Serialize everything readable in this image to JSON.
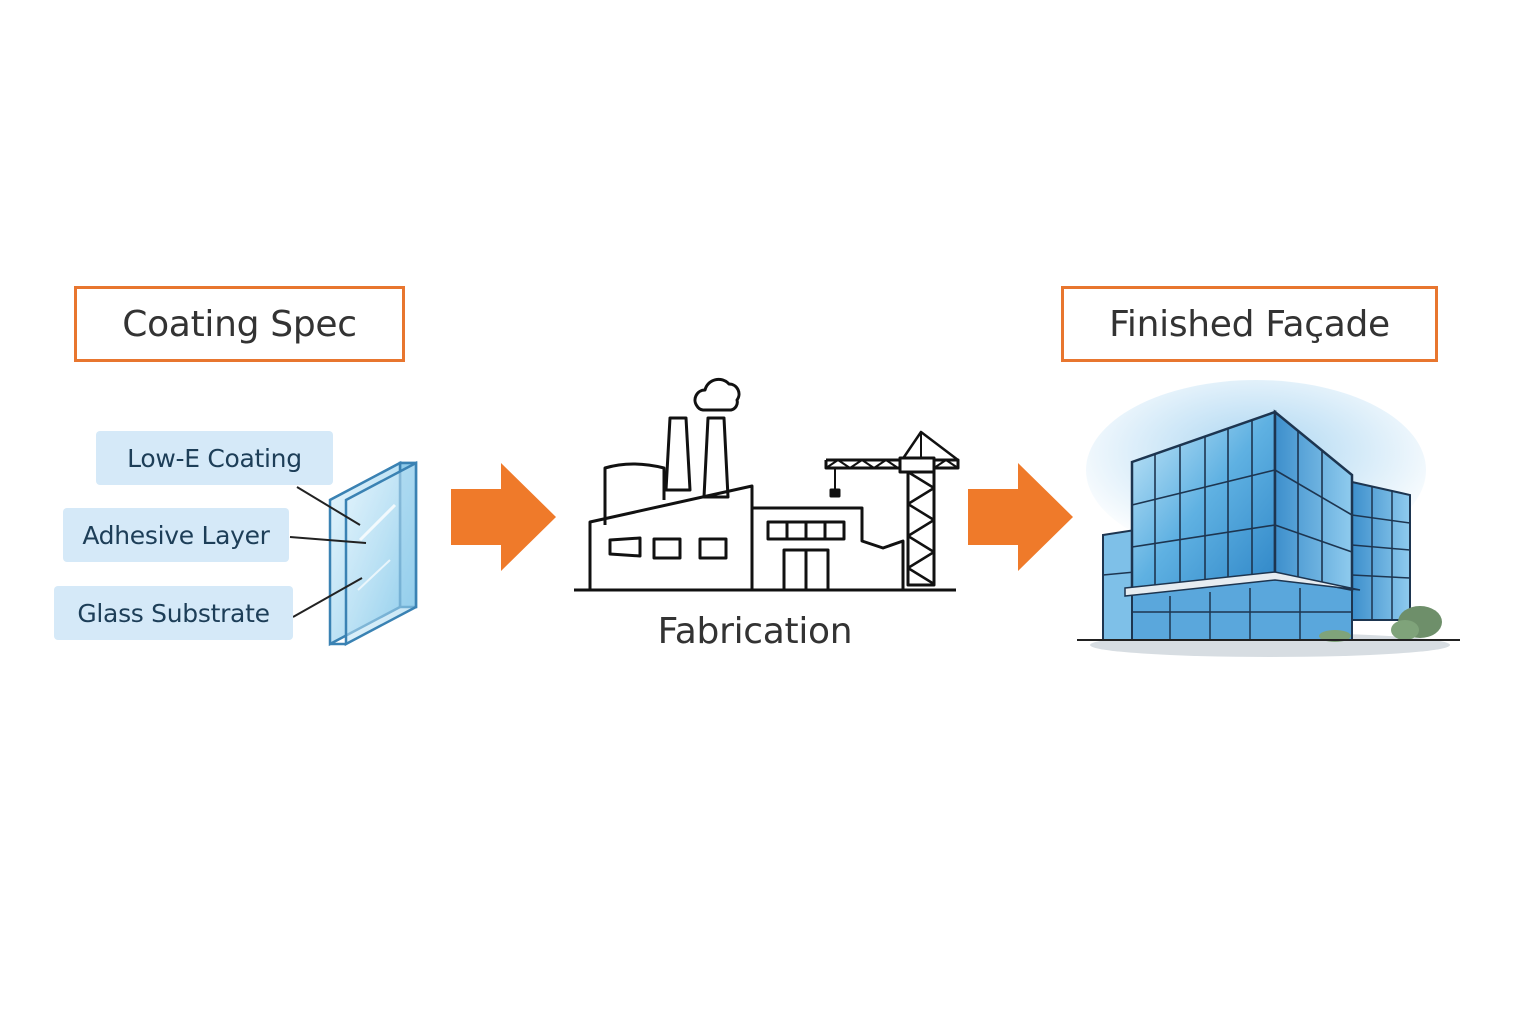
{
  "diagram": {
    "stages": [
      {
        "title": "Coating Spec",
        "layers": [
          "Low-E Coating",
          "Adhesive Layer",
          "Glass Substrate"
        ],
        "icon": "glass-pane-icon"
      },
      {
        "title": "Fabrication",
        "icon": "factory-crane-icon"
      },
      {
        "title": "Finished Façade",
        "icon": "glass-building-icon"
      }
    ],
    "connector_icon": "arrow-right-icon",
    "colors": {
      "accent": "#e8762f",
      "label_fill": "#d5e9f8",
      "label_text": "#1d3e58",
      "glass": "#7fc4e8",
      "line": "#111111"
    }
  }
}
